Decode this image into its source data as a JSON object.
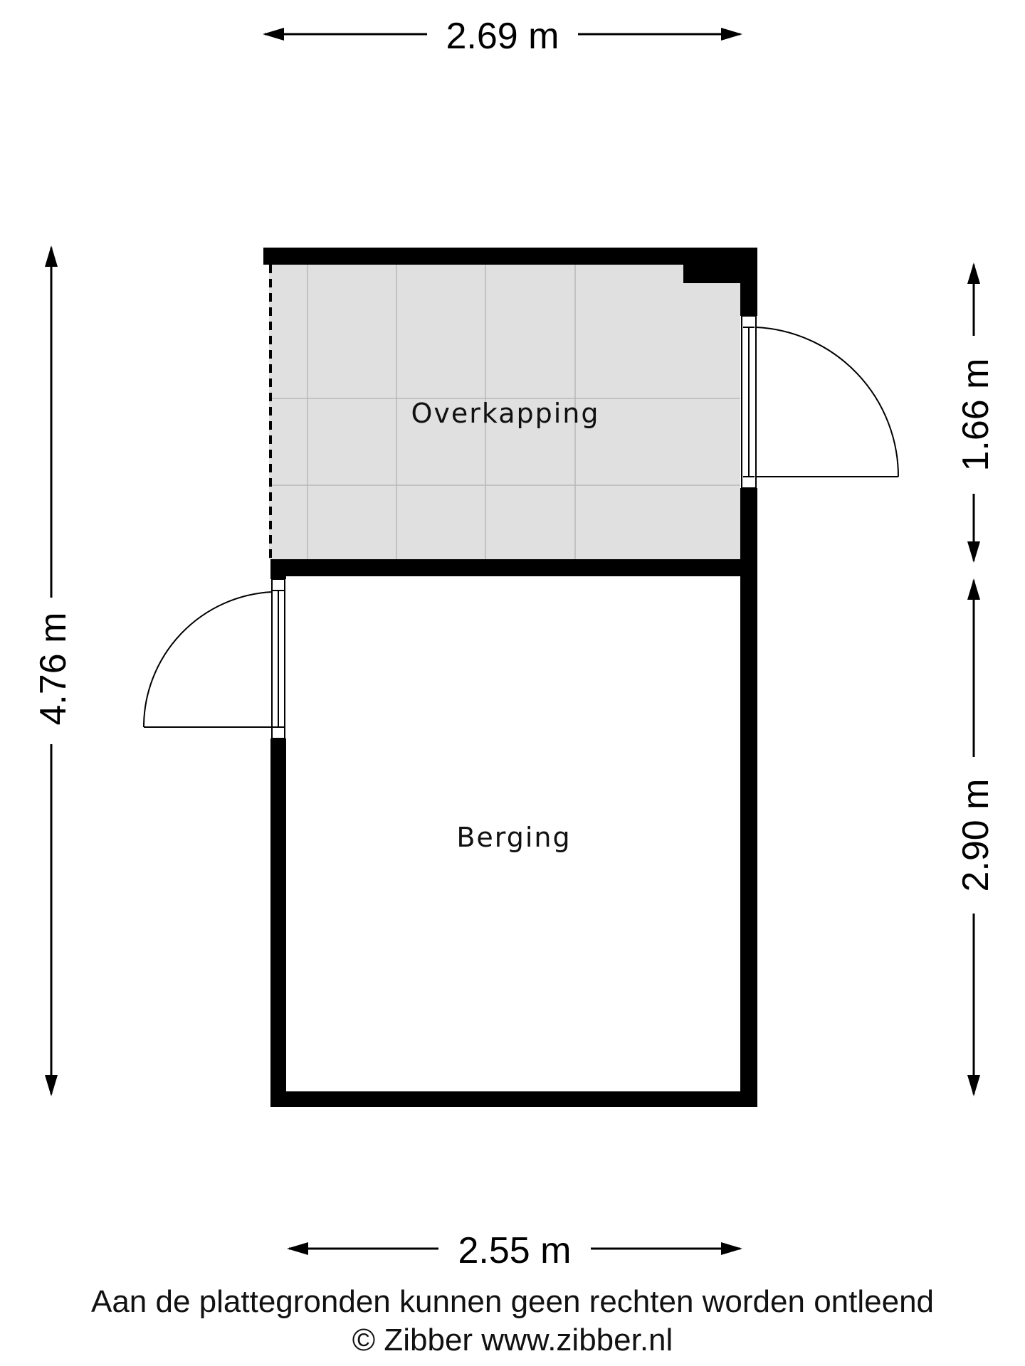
{
  "dimensions": {
    "top_width": "2.69 m",
    "bottom_width": "2.55 m",
    "total_height": "4.76 m",
    "upper_height": "1.66 m",
    "lower_height": "2.90 m"
  },
  "rooms": {
    "overkapping": "Overkapping",
    "berging": "Berging"
  },
  "footer": {
    "disclaimer": "Aan de plattegronden kunnen geen rechten worden ontleend",
    "copyright": "© Zibber www.zibber.nl"
  },
  "colors": {
    "wall": "#000000",
    "covered_floor": "#e0e0e0",
    "tile_lines": "#b8b8b8"
  }
}
